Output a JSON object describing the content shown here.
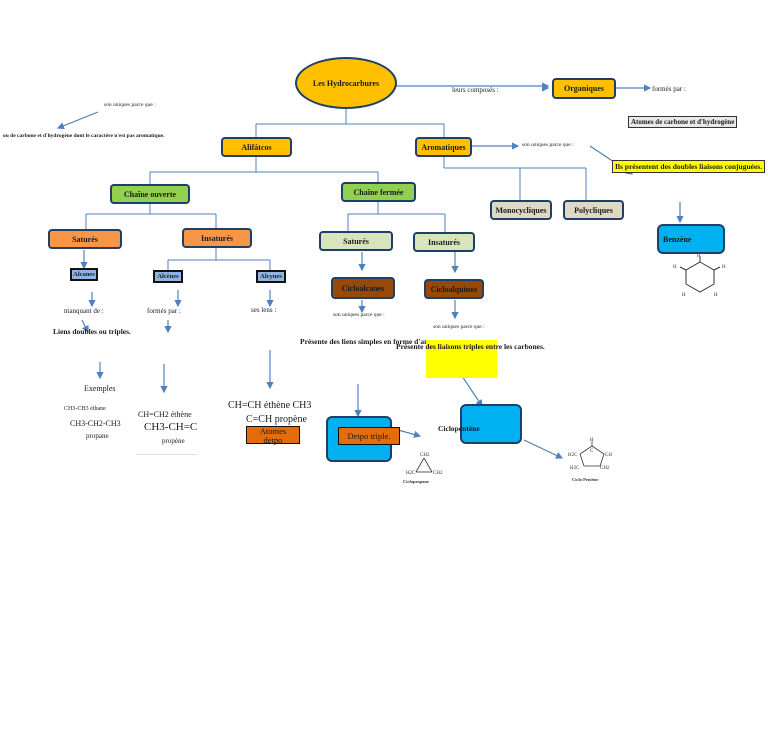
{
  "nodes": {
    "root": "Les Hydrocarbures",
    "organiques": "Organiques",
    "alifatcos": "Alifátcos",
    "aromatiques": "Aromatiques",
    "chaine_ouverte": "Chaîne ouverte",
    "chaine_fermee": "Chaîne fermée",
    "monocycliques": "Monocycliques",
    "polycliques": "Polycliques",
    "benzene": "Benzène",
    "satures_open": "Saturés",
    "insatures_open": "Insaturés",
    "satures_closed": "Saturés",
    "insatures_closed": "Insaturés",
    "alcanes": "Alcanes",
    "alcenes": "Alcènes",
    "alcynes": "Alcynes",
    "cicloalcanes": "Cicloalcanes",
    "cicloalquinos": "Cicloalquinos",
    "atomes_detpo": "Atomes detpo",
    "detpo_triple": "Detpo triple.",
    "ciclopentene": "Ciclopentène"
  },
  "labels": {
    "leurs_composes": "leurs composés :",
    "formes_par_org": "formés par :",
    "atomes_carbone": "Atomes de carbone et d'hydrogène",
    "sont_uniques_left": "son uniques parce que :",
    "left_definition": "ou de carbone et d'hydrogène dont le caractère n'est pas aromatique.",
    "sont_uniques_arom": "son uniques parce que :",
    "doubles_conj": "Ils présentent des doubles liaisons conjuguées.",
    "manquant_de": "manquant de :",
    "liens_doubles": "Liens doubles ou triples.",
    "formes_par_alc": "formés par :",
    "ses_lens": "ses lens :",
    "sont_uniques_ciclo": "son uniques parce que :",
    "sont_uniques_ciclo2": "son uniques parce que :",
    "presente_simples": "Présente des liens simples en forme d'anneau.",
    "presente_triples": "Présente des liaisons triples entre les carbones.",
    "exemples": "Exemples",
    "ex_ethane": "CH3-CH3 éthane",
    "ex_propane_1": "CH3-CH2-CH3",
    "ex_propane_2": "propane",
    "ex_ethene": "CH=CH2 éthène",
    "ex_propene_1": "CH3-CH=C",
    "ex_propene_2": "propène",
    "ex_ethine": "CH=CH éthène CH3",
    "ex_propyne": "C=CH propène",
    "ciclopropane": "Ciclopropane",
    "ciclopentene_img": "Ciclo Pentène"
  },
  "molecules": {
    "h": "H",
    "c": "C",
    "h2c": "H2C",
    "ch2": "CH2",
    "ch": "CH"
  },
  "colors": {
    "root": "#ffc000",
    "orange_gold": "#ffc000",
    "green": "#92d050",
    "light_green": "#d8e4bc",
    "orange": "#f79646",
    "brown": "#984807",
    "blue": "#00b0f0",
    "gray": "#ddd9c3",
    "dark_orange": "#e46c0a",
    "yellow": "#ffff00",
    "light_blue": "#8eb4e3",
    "border": "#1f3f68",
    "arrow": "#4f81bd"
  }
}
